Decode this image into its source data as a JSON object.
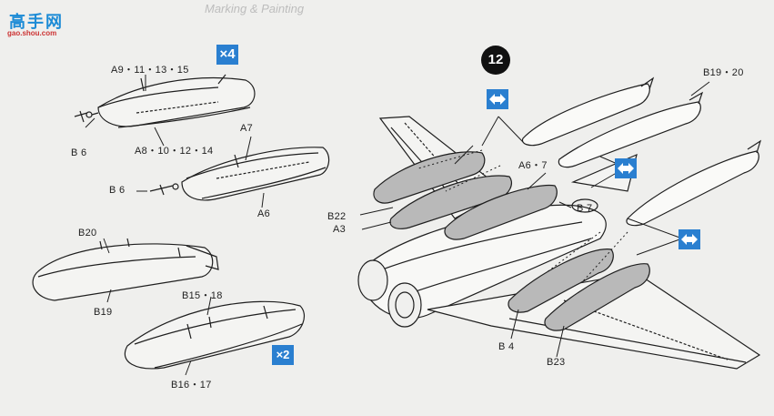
{
  "watermark": {
    "title": "高手网",
    "url": "gao.shou.com"
  },
  "faint_heading": "Marking & Painting",
  "step_number": "12",
  "badges": {
    "times_four": "×4",
    "times_two": "×2"
  },
  "labels": {
    "a9": "A9・11・13・15",
    "a8": "A8・10・12・14",
    "b6_top": "B 6",
    "a7": "A7",
    "b6_mid": "B 6",
    "a6": "A6",
    "b20": "B20",
    "b19": "B19",
    "b15": "B15・18",
    "b16": "B16・17",
    "b19_20": "B19・20",
    "a6_7": "A6・7",
    "b7": "B 7",
    "b22": "B22",
    "a3": "A3",
    "b4": "B 4",
    "b23": "B23"
  },
  "icons": {
    "step_badge": "step-circle-icon",
    "direction": "double-arrow-icon"
  },
  "colors": {
    "badge_blue": "#2a7fd0",
    "shading": "#b9b9b9",
    "line": "#1f1f1f",
    "paper": "#efefed"
  }
}
